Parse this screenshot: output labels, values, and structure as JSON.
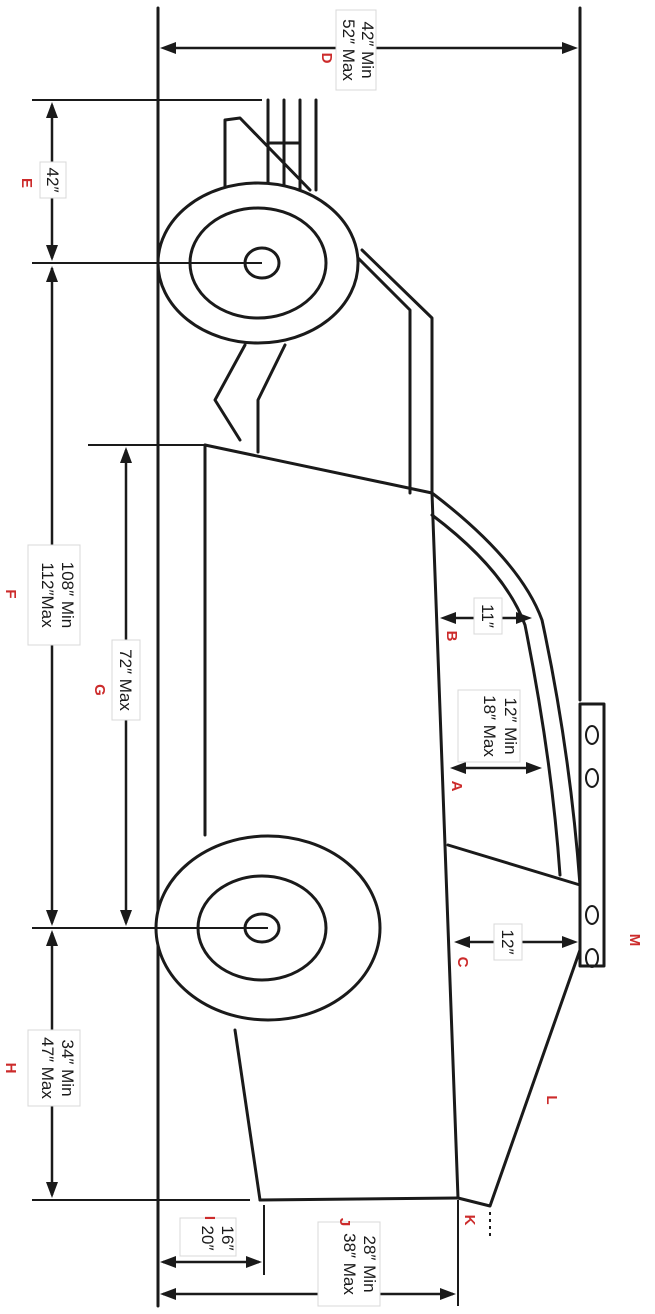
{
  "dimensions": {
    "D": {
      "letter": "D",
      "line1": "42″ Min",
      "line2": "52″ Max"
    },
    "E": {
      "letter": "E",
      "line1": "42″"
    },
    "F": {
      "letter": "F",
      "line1": "108″ Min",
      "line2": "112″Max"
    },
    "G": {
      "letter": "G",
      "line1": "72″ Max"
    },
    "H": {
      "letter": "H",
      "line1": "34″ Min",
      "line2": "47″ Max"
    },
    "I": {
      "letter": "I",
      "line1": "16″",
      "line2": "20″"
    },
    "J": {
      "letter": "J",
      "line1": "28″ Min",
      "line2": "38″ Max"
    },
    "A": {
      "letter": "A",
      "line1": "12″ Min",
      "line2": "18″ Max"
    },
    "B": {
      "letter": "B",
      "line1": "11″"
    },
    "C": {
      "letter": "C",
      "line1": "12″"
    },
    "K": {
      "letter": "K"
    },
    "L": {
      "letter": "L"
    },
    "M": {
      "letter": "M"
    }
  }
}
